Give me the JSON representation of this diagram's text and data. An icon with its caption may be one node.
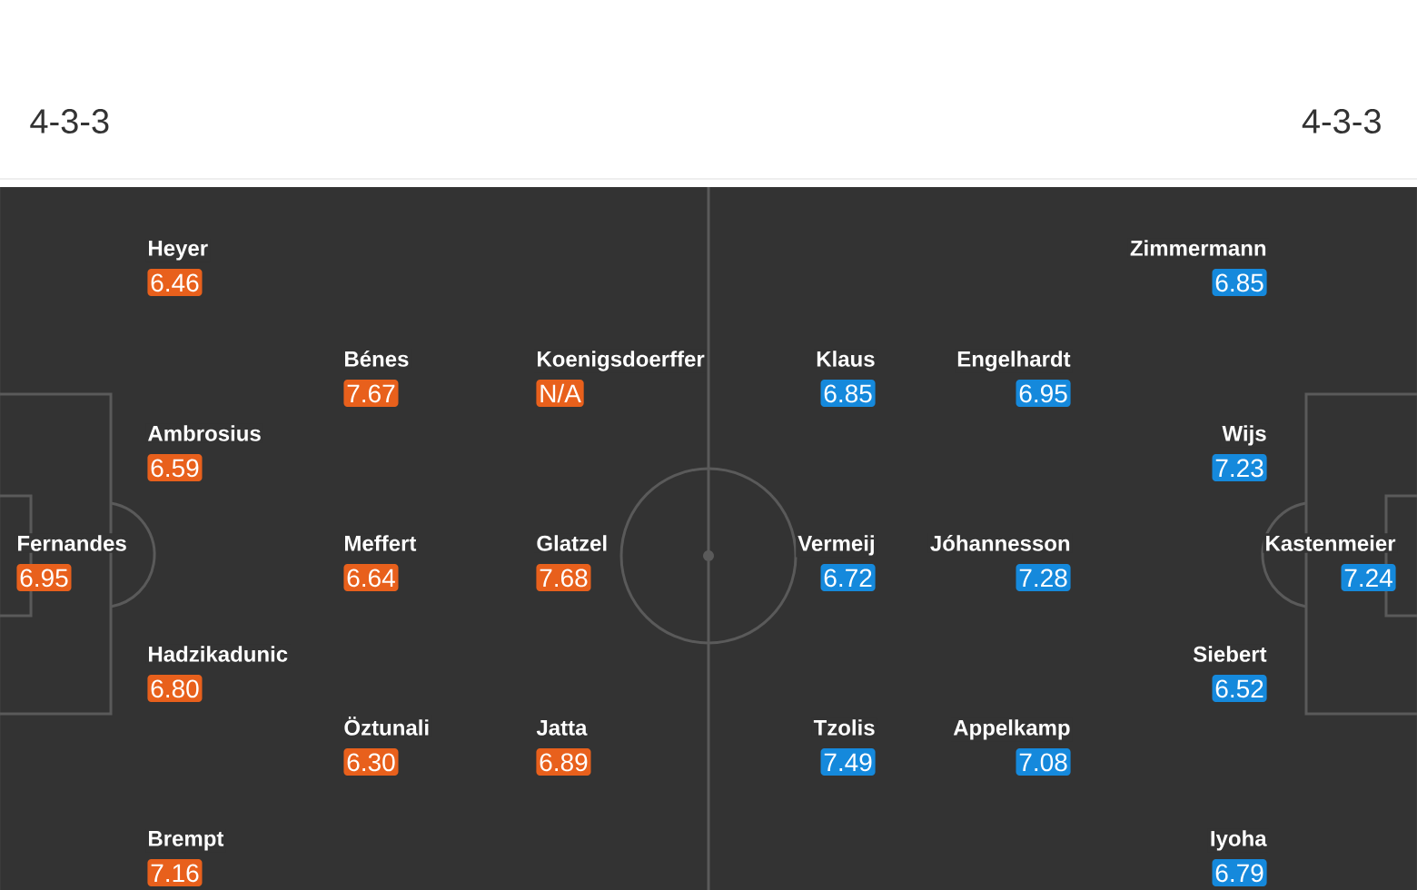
{
  "diagram": {
    "nodes": [
      {
        "text": [
          "Heyer",
          "6.46"
        ]
      },
      {
        "text": [
          "Bénes",
          "7.67"
        ]
      },
      {
        "text": [
          "Koenigsdoerffer",
          "N/A"
        ]
      },
      {
        "text": [
          "Ambrosius",
          "6.59"
        ]
      },
      {
        "text": [
          "Fernandes",
          "6.95"
        ]
      },
      {
        "text": [
          "Meffert",
          "6.64"
        ]
      },
      {
        "text": [
          "Glatzel",
          "7.68"
        ]
      },
      {
        "text": [
          "Hadzikadunic",
          "6.80"
        ]
      },
      {
        "text": [
          "Öztunali",
          "6.30"
        ]
      },
      {
        "text": [
          "Jatta",
          "6.89"
        ]
      },
      {
        "text": [
          "Brempt",
          "7.16"
        ]
      },
      {
        "text": [
          "Zimmermann",
          "6.85"
        ]
      },
      {
        "text": [
          "Klaus",
          "6.85"
        ]
      },
      {
        "text": [
          "Engelhardt",
          "6.95"
        ]
      },
      {
        "text": [
          "Wijs",
          "7.23"
        ]
      },
      {
        "text": [
          "Vermeij",
          "6.72"
        ]
      },
      {
        "text": [
          "Jóhannesson",
          "7.28"
        ]
      },
      {
        "text": [
          "Kastenmeier",
          "7.24"
        ]
      },
      {
        "text": [
          "Siebert",
          "6.52"
        ]
      },
      {
        "text": [
          "Tzolis",
          "7.49"
        ]
      },
      {
        "text": [
          "Appelkamp",
          "7.08"
        ]
      },
      {
        "text": [
          "Iyoha",
          "6.79"
        ]
      }
    ],
    "labels": [
      "4-3-3",
      "4-3-3"
    ]
  }
}
